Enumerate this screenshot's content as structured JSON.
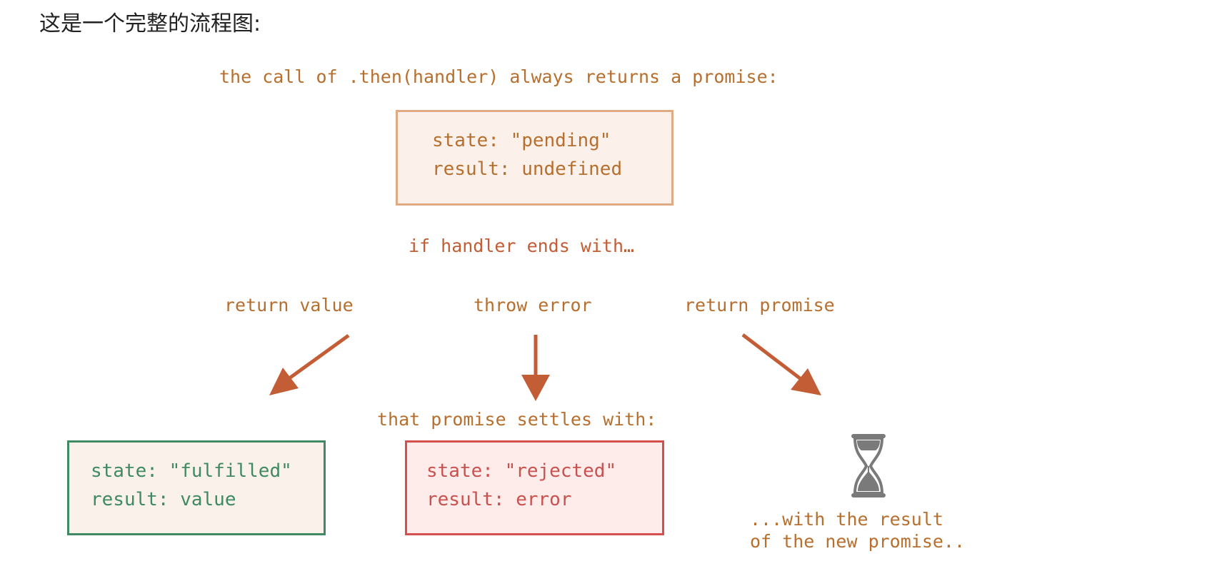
{
  "heading": "这是一个完整的流程图:",
  "diagram": {
    "top_label": "the call of .then(handler) always returns a promise:",
    "pending_box": {
      "state": "state: \"pending\"",
      "result": "result: undefined"
    },
    "condition_label": "if handler ends with…",
    "branches": {
      "return_value": "return value",
      "throw_error": "throw error",
      "return_promise": "return promise"
    },
    "settles_label": "that promise settles with:",
    "fulfilled_box": {
      "state": "state: \"fulfilled\"",
      "result": "result: value"
    },
    "rejected_box": {
      "state": "state: \"rejected\"",
      "result": "result: error"
    },
    "promise_result": {
      "line1": "...with the result",
      "line2": "of the new promise.."
    },
    "colors": {
      "label_brown": "#b66f2e",
      "arrow_rust": "#c35d35",
      "pending_border": "#deab85",
      "fulfilled_green": "#3f8a63",
      "rejected_red": "#d44f4d",
      "hourglass_gray": "#777777"
    },
    "icons": [
      "arrow-down-left-icon",
      "arrow-down-icon",
      "arrow-down-right-icon",
      "hourglass-icon"
    ]
  }
}
